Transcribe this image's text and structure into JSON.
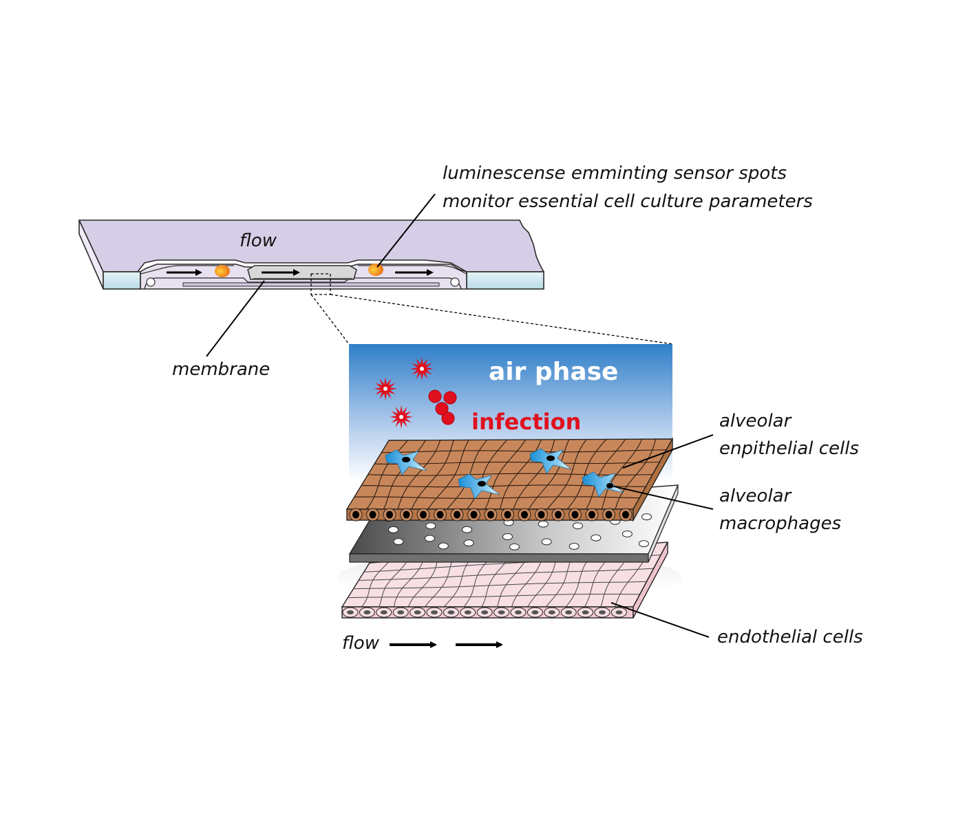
{
  "labels": {
    "sensor_line1": "luminescense emminting sensor spots",
    "sensor_line2": "monitor essential cell culture parameters",
    "flow_top": "flow",
    "membrane": "membrane",
    "air_phase": "air phase",
    "infection": "infection",
    "alveolar_epithelial_line1": "alveolar",
    "alveolar_epithelial_line2": "enpithelial cells",
    "alveolar_macrophages_line1": "alveolar",
    "alveolar_macrophages_line2": "macrophages",
    "endothelial": "endothelial cells",
    "flow_bottom": "flow"
  },
  "colors": {
    "chip_body": "#d4cbe3",
    "chip_edge": "#b8aed0",
    "chip_side": "#c8e4ec",
    "sensor_spot": "#f0a020",
    "air_top": "#2f7fc8",
    "air_bottom": "#ffffff",
    "epithelium": "#c8875a",
    "membrane_dark": "#6e6e6e",
    "endothelium": "#f6d6dc",
    "macrophage": "#3aa0dc",
    "infection": "#e0101e"
  },
  "icons": [
    "arrow-right-icon",
    "bacterium-icon",
    "virus-icon",
    "macrophage-icon"
  ]
}
